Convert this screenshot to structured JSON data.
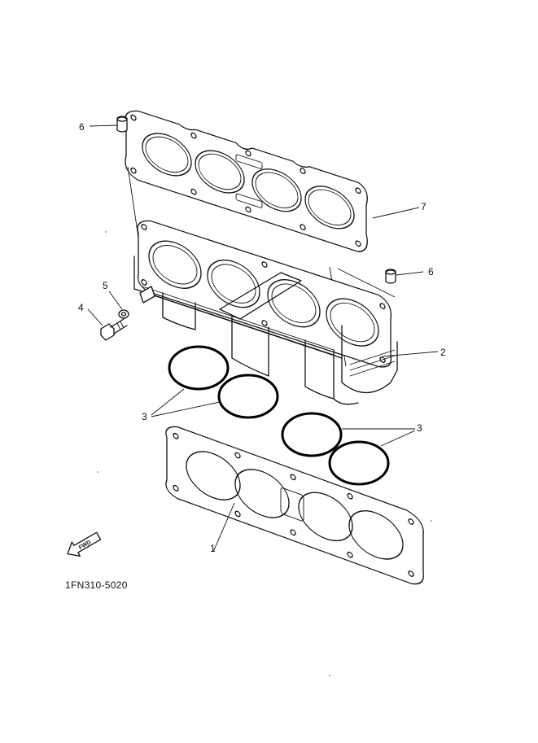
{
  "diagram_code": "1FN310-5020",
  "callouts": {
    "c1": "1",
    "c2": "2",
    "c3a": "3",
    "c3b": "3",
    "c4": "4",
    "c5": "5",
    "c6a": "6",
    "c6b": "6",
    "c7": "7"
  },
  "fwd_label": "FWD",
  "icons": [
    "fwd-arrow-icon"
  ]
}
